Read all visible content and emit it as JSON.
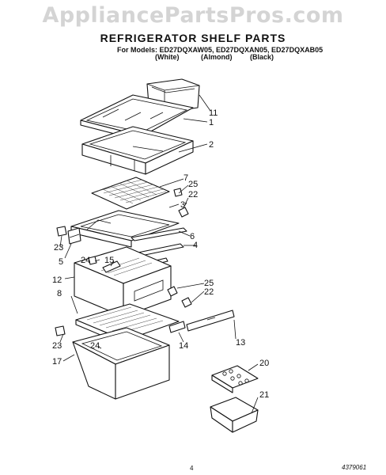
{
  "watermark": "AppliancePartsPros.com",
  "title": "REFRIGERATOR SHELF PARTS",
  "models": {
    "line": "For Models: ED27DQXAW05, ED27DQXAN05, ED27DQXAB05",
    "colors": [
      "(White)",
      "(Almond)",
      "(Black)"
    ]
  },
  "callouts": {
    "c11": "11",
    "c1": "1",
    "c2": "2",
    "c7": "7",
    "c25a": "25",
    "c22a": "22",
    "c3": "3",
    "c6": "6",
    "c4": "4",
    "c23a": "23",
    "c5": "5",
    "c24a": "24",
    "c15": "15",
    "c12": "12",
    "c25b": "25",
    "c22b": "22",
    "c8": "8",
    "c23b": "23",
    "c13": "13",
    "c14": "14",
    "c24b": "24",
    "c17": "17",
    "c20": "20",
    "c21": "21"
  },
  "page_number": "4",
  "doc_number": "4379061"
}
